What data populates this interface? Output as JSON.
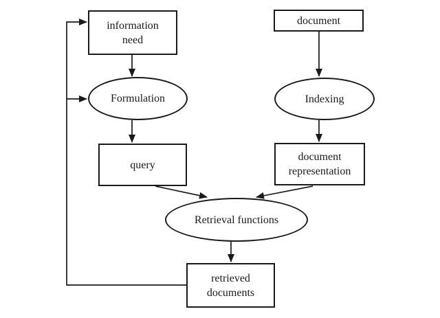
{
  "diagram": {
    "nodes": {
      "information_need": {
        "line1": "information",
        "line2": "need"
      },
      "document": {
        "label": "document"
      },
      "formulation": {
        "label": "Formulation"
      },
      "indexing": {
        "label": "Indexing"
      },
      "query": {
        "label": "query"
      },
      "document_representation": {
        "line1": "document",
        "line2": "representation"
      },
      "retrieval_functions": {
        "label": "Retrieval functions"
      },
      "retrieved_documents": {
        "line1": "retrieved",
        "line2": "documents"
      }
    },
    "colors": {
      "stroke": "#1a1a1a",
      "text": "#1a1a1a",
      "background": "#ffffff",
      "node_fill": "#ffffff"
    }
  }
}
